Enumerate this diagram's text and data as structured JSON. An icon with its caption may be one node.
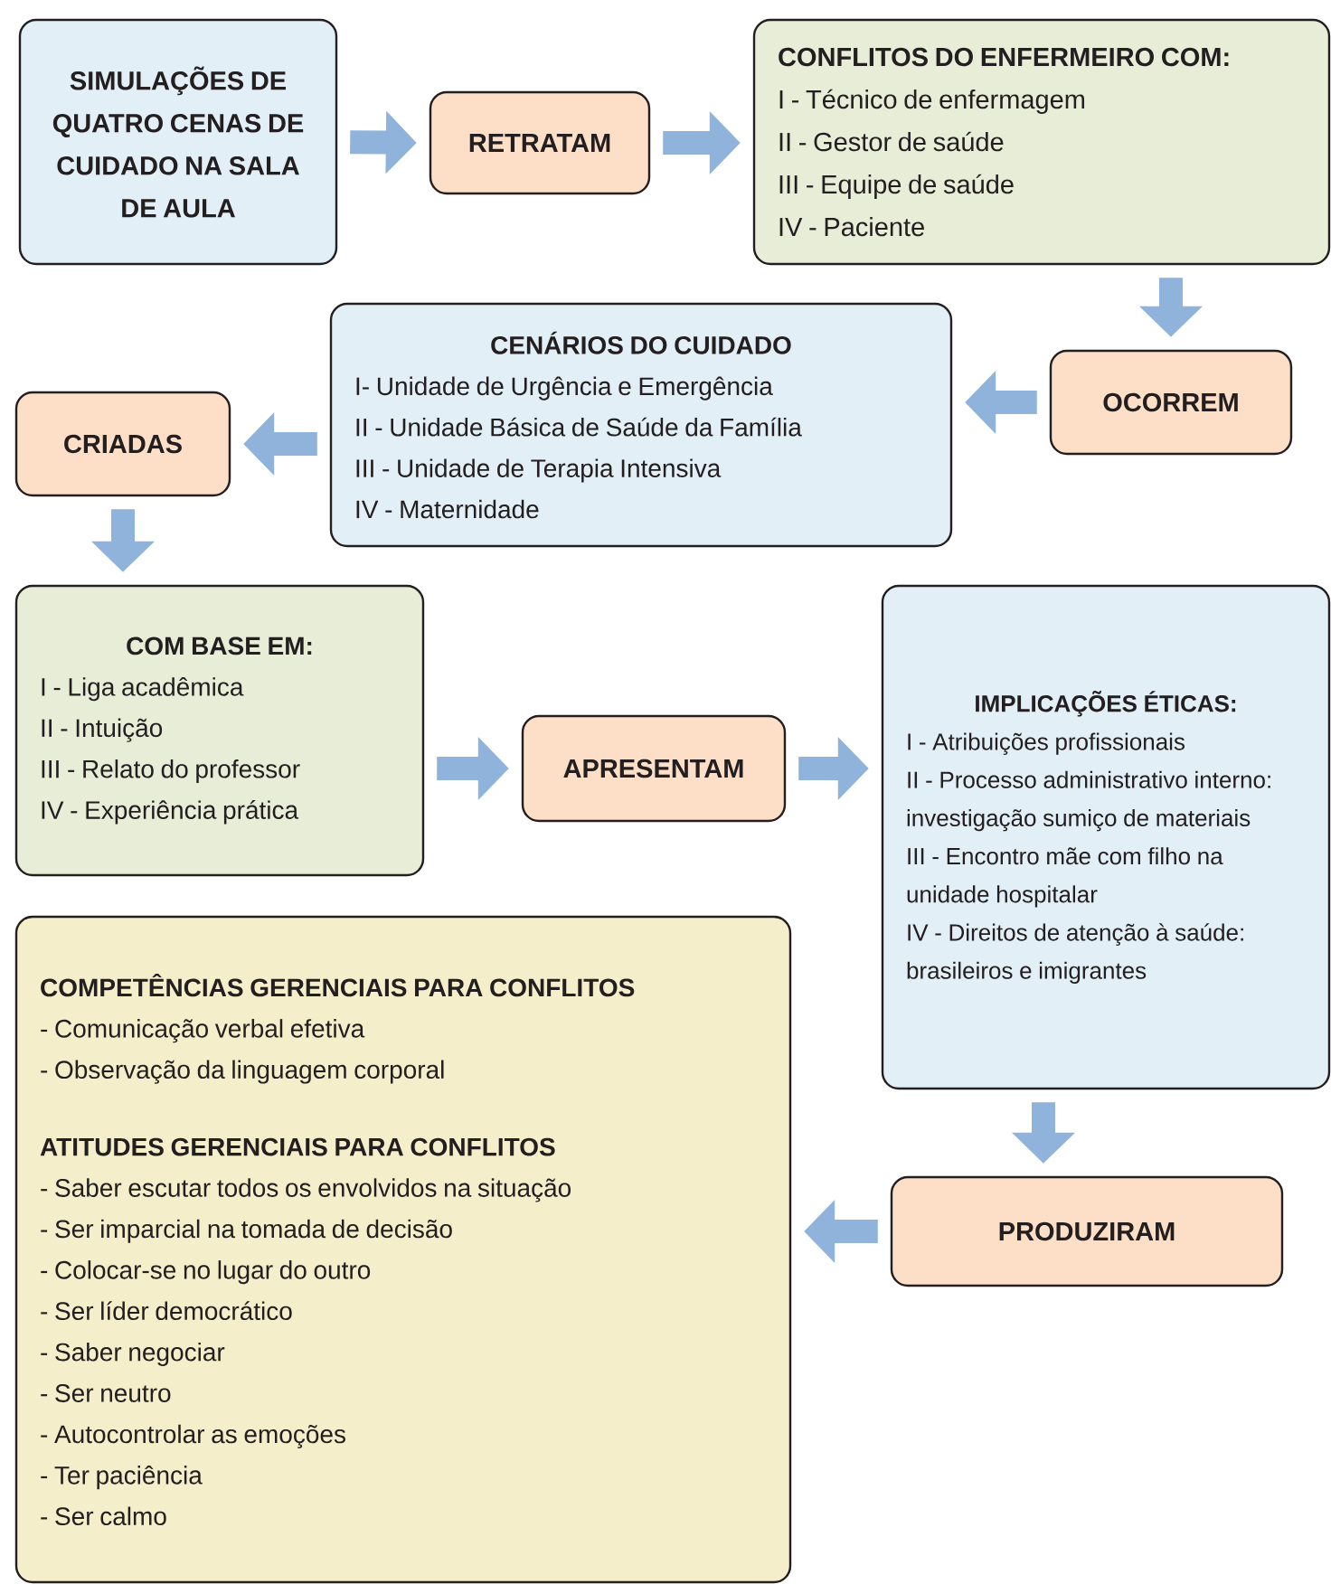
{
  "diagram": {
    "nodes": [
      {
        "text": [
          "SIMULAÇÕES DE QUATRO CENAS DE CUIDADO NA SALA DE AULA"
        ]
      },
      {
        "text": [
          "RETRATAM"
        ]
      },
      {
        "text": [
          "CONFLITOS DO ENFERMEIRO COM:",
          "I - Técnico de enfermagem",
          "II - Gestor de saúde",
          "III - Equipe de saúde",
          "IV - Paciente"
        ]
      },
      {
        "text": [
          "OCORREM"
        ]
      },
      {
        "text": [
          "CENÁRIOS DO CUIDADO",
          "I- Unidade de Urgência e Emergência",
          "II - Unidade Básica de Saúde da Família",
          "III - Unidade de Terapia Intensiva",
          "IV - Maternidade"
        ]
      },
      {
        "text": [
          "CRIADAS"
        ]
      },
      {
        "text": [
          "COM BASE EM:",
          "I - Liga acadêmica",
          "II - Intuição",
          "III - Relato do professor",
          "IV - Experiência prática"
        ]
      },
      {
        "text": [
          "APRESENTAM"
        ]
      },
      {
        "text": [
          "IMPLICAÇÕES ÉTICAS:",
          "I - Atribuições profissionais",
          "II - Processo administrativo interno: investigação sumiço de materiais",
          "III - Encontro mãe com filho na unidade hospitalar",
          "IV - Direitos de atenção à saúde: brasileiros e imigrantes"
        ]
      },
      {
        "text": [
          "PRODUZIRAM"
        ]
      },
      {
        "text": [
          "COMPETÊNCIAS GERENCIAIS PARA CONFLITOS",
          "- Comunicação verbal efetiva",
          "- Observação da linguagem corporal",
          "ATITUDES GERENCIAIS PARA CONFLITOS",
          "- Saber escutar todos os envolvidos na situação",
          "- Ser imparcial na tomada de decisão",
          "- Colocar-se no lugar do outro",
          "- Ser líder democrático",
          "- Saber negociar",
          "- Ser neutro",
          "- Autocontrolar as emoções",
          "- Ter paciência",
          "- Ser calmo"
        ]
      }
    ],
    "edges": [
      {
        "from": 0,
        "to": 1,
        "arrow": "to"
      },
      {
        "from": 1,
        "to": 2,
        "arrow": "to"
      },
      {
        "from": 2,
        "to": 3,
        "arrow": "to"
      },
      {
        "from": 3,
        "to": 4,
        "arrow": "to"
      },
      {
        "from": 4,
        "to": 5,
        "arrow": "to"
      },
      {
        "from": 5,
        "to": 6,
        "arrow": "to"
      },
      {
        "from": 6,
        "to": 7,
        "arrow": "to"
      },
      {
        "from": 7,
        "to": 8,
        "arrow": "to"
      },
      {
        "from": 8,
        "to": 9,
        "arrow": "to"
      },
      {
        "from": 9,
        "to": 10,
        "arrow": "to"
      }
    ]
  }
}
